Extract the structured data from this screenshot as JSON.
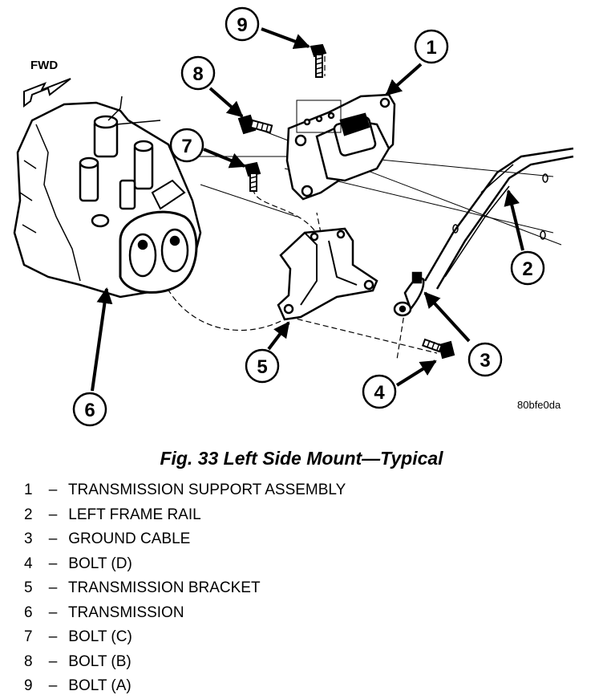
{
  "figure": {
    "direction_label": "FWD",
    "image_code": "80bfe0da",
    "callouts": [
      "1",
      "2",
      "3",
      "4",
      "5",
      "6",
      "7",
      "8",
      "9"
    ]
  },
  "caption": "Fig. 33 Left Side Mount—Typical",
  "legend": [
    {
      "number": "1",
      "dash": "–",
      "text": "TRANSMISSION SUPPORT ASSEMBLY"
    },
    {
      "number": "2",
      "dash": "–",
      "text": "LEFT FRAME RAIL"
    },
    {
      "number": "3",
      "dash": "–",
      "text": "GROUND CABLE"
    },
    {
      "number": "4",
      "dash": "–",
      "text": "BOLT (D)"
    },
    {
      "number": "5",
      "dash": "–",
      "text": "TRANSMISSION BRACKET"
    },
    {
      "number": "6",
      "dash": "–",
      "text": "TRANSMISSION"
    },
    {
      "number": "7",
      "dash": "–",
      "text": "BOLT (C)"
    },
    {
      "number": "8",
      "dash": "–",
      "text": "BOLT (B)"
    },
    {
      "number": "9",
      "dash": "–",
      "text": "BOLT (A)"
    }
  ]
}
